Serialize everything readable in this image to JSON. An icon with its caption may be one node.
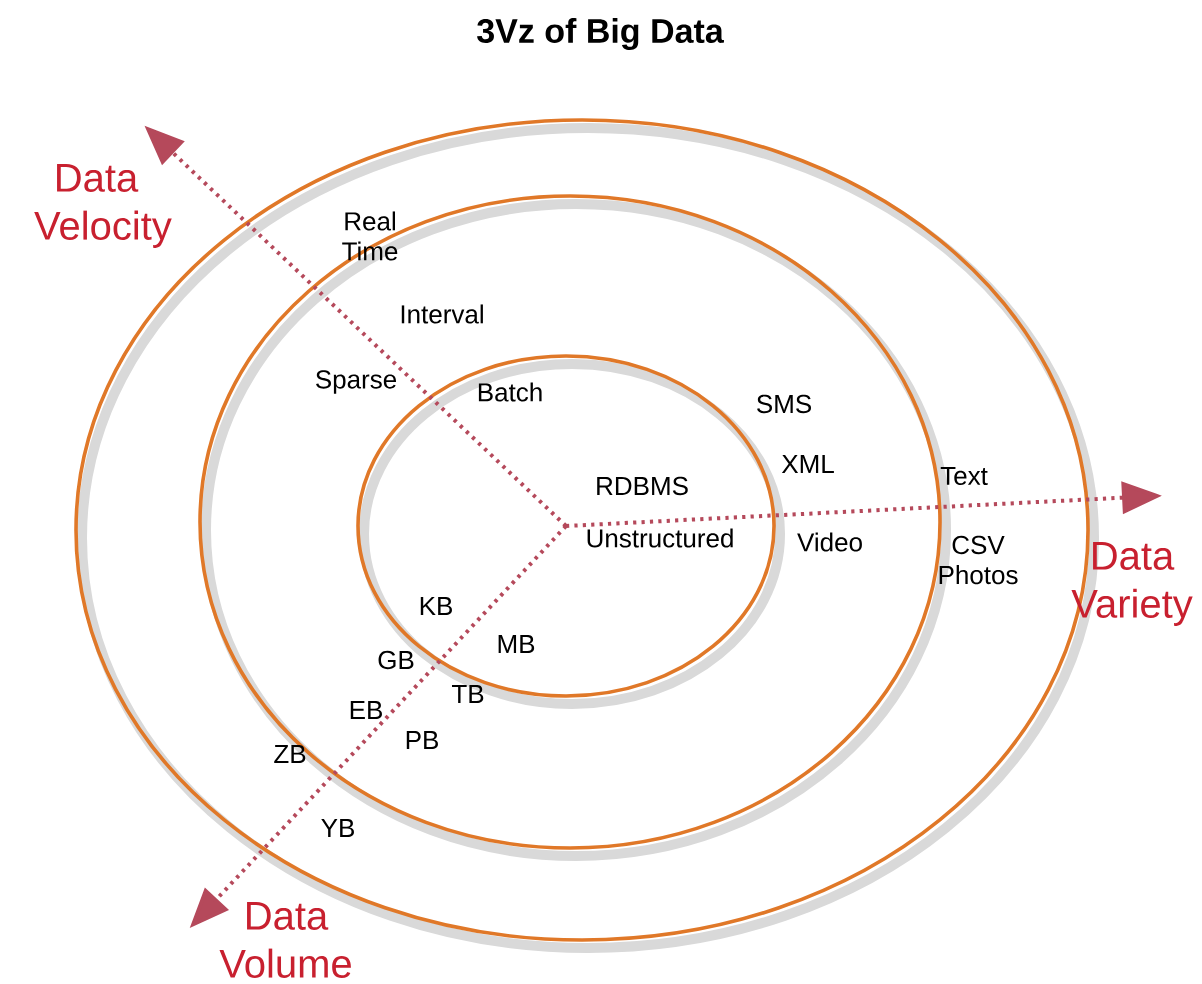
{
  "diagram": {
    "title": "3Vz of Big Data",
    "nodes": [
      {
        "text": [],
        "shape": "ellipse"
      },
      {
        "text": [],
        "shape": "ellipse",
        "in": 0
      },
      {
        "text": [],
        "shape": "ellipse",
        "in": 1
      },
      {
        "text": [
          "Data Velocity"
        ]
      },
      {
        "text": [
          "Data Variety"
        ]
      },
      {
        "text": [
          "Data Volume"
        ]
      }
    ],
    "edges": [
      {
        "from": 2,
        "to": 3,
        "arrow": "to",
        "style": "dashed"
      },
      {
        "from": 2,
        "to": 4,
        "arrow": "to",
        "style": "dashed"
      },
      {
        "from": 2,
        "to": 5,
        "arrow": "to",
        "style": "dashed"
      }
    ],
    "labels": [
      "Real Time",
      "Interval",
      "Sparse",
      "Batch",
      "SMS",
      "XML",
      "RDBMS",
      "Text",
      "Unstructured",
      "Video",
      "CSV Photos",
      "KB",
      "MB",
      "GB",
      "TB",
      "EB",
      "PB",
      "ZB",
      "YB"
    ]
  }
}
